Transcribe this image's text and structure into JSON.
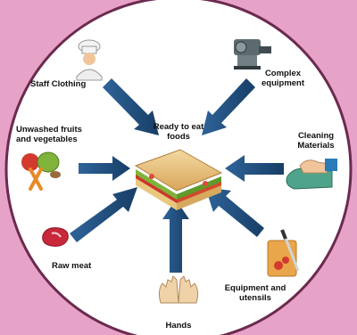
{
  "diagram": {
    "center_label": "Ready to eat\nfoods",
    "nodes": [
      {
        "id": "staff",
        "label": "Staff Clothing",
        "icon": "chef-icon"
      },
      {
        "id": "complex",
        "label": "Complex\nequipment",
        "icon": "machine-icon"
      },
      {
        "id": "unwashed",
        "label": "Unwashed  fruits\nand vegetables",
        "icon": "vegetables-icon"
      },
      {
        "id": "cleaning",
        "label": "Cleaning\nMaterials",
        "icon": "cleaning-cloth-icon"
      },
      {
        "id": "rawmeat",
        "label": "Raw meat",
        "icon": "raw-meat-icon"
      },
      {
        "id": "utensils",
        "label": "Equipment and\nutensils",
        "icon": "cutting-board-icon"
      },
      {
        "id": "hands",
        "label": "Hands",
        "icon": "hands-icon"
      }
    ],
    "colors": {
      "background": "#e6a3c7",
      "circle_fill": "#ffffff",
      "circle_stroke": "#6b2a4f",
      "arrow": "#1f4e79"
    }
  }
}
